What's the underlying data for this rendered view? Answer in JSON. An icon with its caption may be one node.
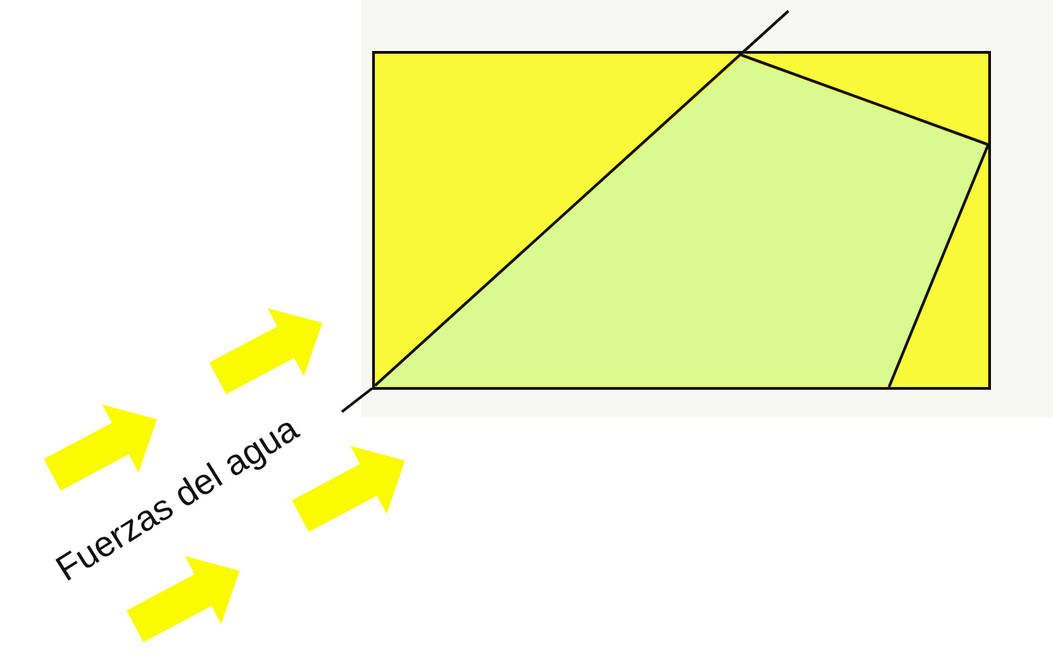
{
  "diagram": {
    "nodes": [
      {
        "text": [
          "Fuerzas del agua"
        ]
      },
      {
        "text": [],
        "shape": "box"
      }
    ],
    "edges": [
      {
        "from": 0,
        "to": 1,
        "arrow": "none"
      }
    ]
  }
}
